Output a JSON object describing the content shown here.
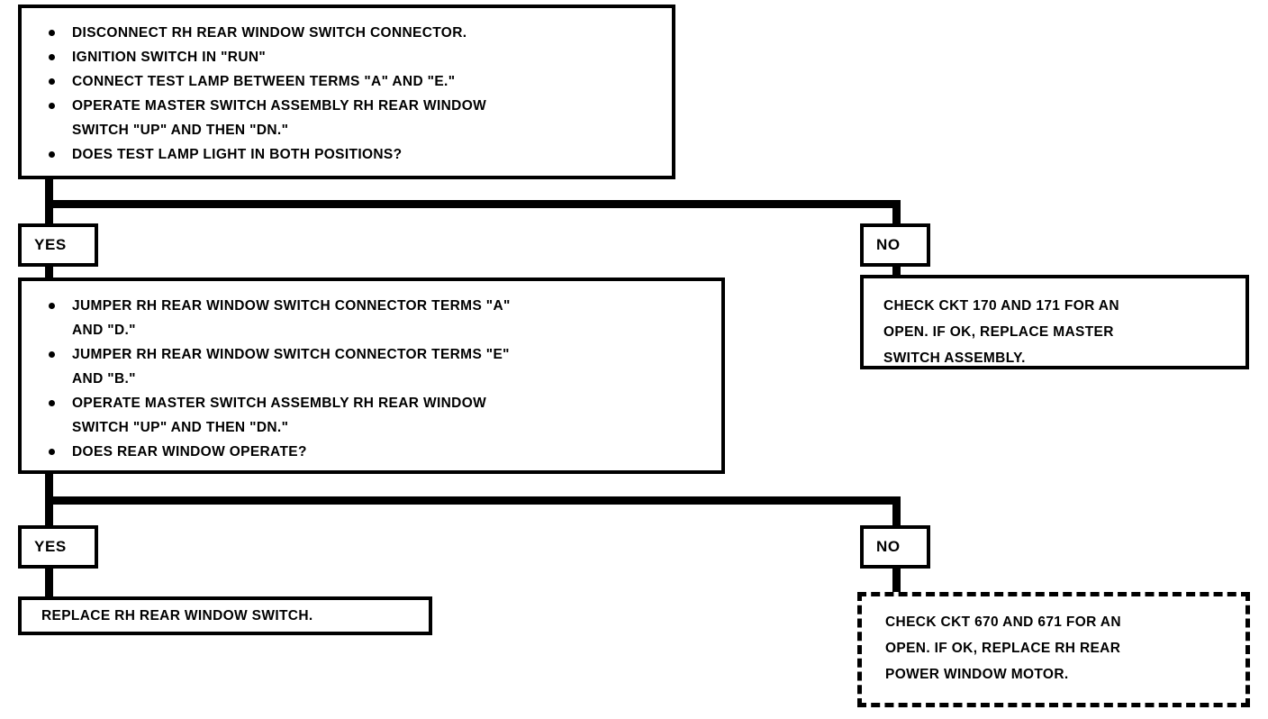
{
  "diagram": {
    "title": "RH Rear Window Switch Diagnostic Flowchart",
    "type": "flowchart",
    "line_color": "#000000",
    "background_color": "#ffffff"
  },
  "nodes": {
    "step1": {
      "kind": "process",
      "border": "solid",
      "bullets": [
        "DISCONNECT RH REAR WINDOW SWITCH CONNECTOR.",
        "IGNITION SWITCH IN \"RUN\"",
        "CONNECT TEST LAMP BETWEEN TERMS \"A\" AND \"E.\"",
        "OPERATE MASTER SWITCH ASSEMBLY RH REAR WINDOW\nSWITCH \"UP\" AND THEN \"DN.\"",
        "DOES TEST LAMP LIGHT IN BOTH POSITIONS?"
      ]
    },
    "yes1": {
      "kind": "decision",
      "label": "YES"
    },
    "no1": {
      "kind": "decision",
      "label": "NO"
    },
    "step2": {
      "kind": "process",
      "border": "solid",
      "bullets": [
        "JUMPER RH REAR WINDOW SWITCH CONNECTOR TERMS \"A\"\nAND \"D.\"",
        "JUMPER RH REAR WINDOW SWITCH CONNECTOR TERMS \"E\"\nAND \"B.\"",
        "OPERATE MASTER SWITCH ASSEMBLY RH REAR WINDOW\nSWITCH \"UP\" AND THEN \"DN.\"",
        "DOES REAR WINDOW OPERATE?"
      ]
    },
    "result_no1": {
      "kind": "result",
      "border": "solid",
      "text": "CHECK CKT 170 AND 171 FOR AN\nOPEN.  IF OK, REPLACE MASTER\nSWITCH ASSEMBLY."
    },
    "yes2": {
      "kind": "decision",
      "label": "YES"
    },
    "no2": {
      "kind": "decision",
      "label": "NO"
    },
    "result_yes2": {
      "kind": "result",
      "border": "solid",
      "text": "REPLACE RH REAR WINDOW SWITCH."
    },
    "result_no2": {
      "kind": "result",
      "border": "dashed",
      "text": "CHECK CKT 670 AND 671 FOR AN\nOPEN.  IF OK, REPLACE RH REAR\nPOWER WINDOW MOTOR."
    }
  }
}
